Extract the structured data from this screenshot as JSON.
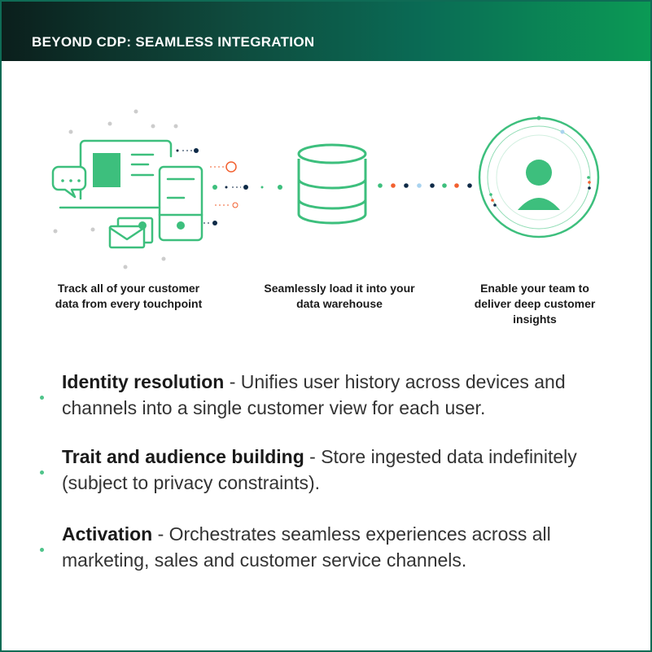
{
  "header": {
    "title": "BEYOND CDP: SEAMLESS INTEGRATION"
  },
  "colors": {
    "green": "#3dbf7d",
    "navy": "#0e2a47",
    "orange": "#f2602f",
    "light_blue": "#a9d3ef",
    "gray": "#cccccc",
    "header_gradient": [
      "#0b1f1c",
      "#0b9a55"
    ]
  },
  "steps": [
    {
      "caption_line1": "Track all of your customer",
      "caption_line2": "data from every touchpoint",
      "caption_line3": "",
      "icon": "devices-icon"
    },
    {
      "caption_line1": "Seamlessly load it into your",
      "caption_line2": "data warehouse",
      "caption_line3": "",
      "icon": "database-icon"
    },
    {
      "caption_line1": "Enable your team to",
      "caption_line2": "deliver deep customer",
      "caption_line3": "insights",
      "icon": "customer-profile-icon"
    }
  ],
  "features": [
    {
      "title": "Identity resolution",
      "text": " - Unifies user history across devices and channels into a single customer view for each user."
    },
    {
      "title": "Trait and audience building",
      "text": " - Store ingested data indefinitely (subject to privacy constraints)."
    },
    {
      "title": "Activation",
      "text": " - Orchestrates seamless experiences across all marketing, sales and customer service channels."
    }
  ]
}
